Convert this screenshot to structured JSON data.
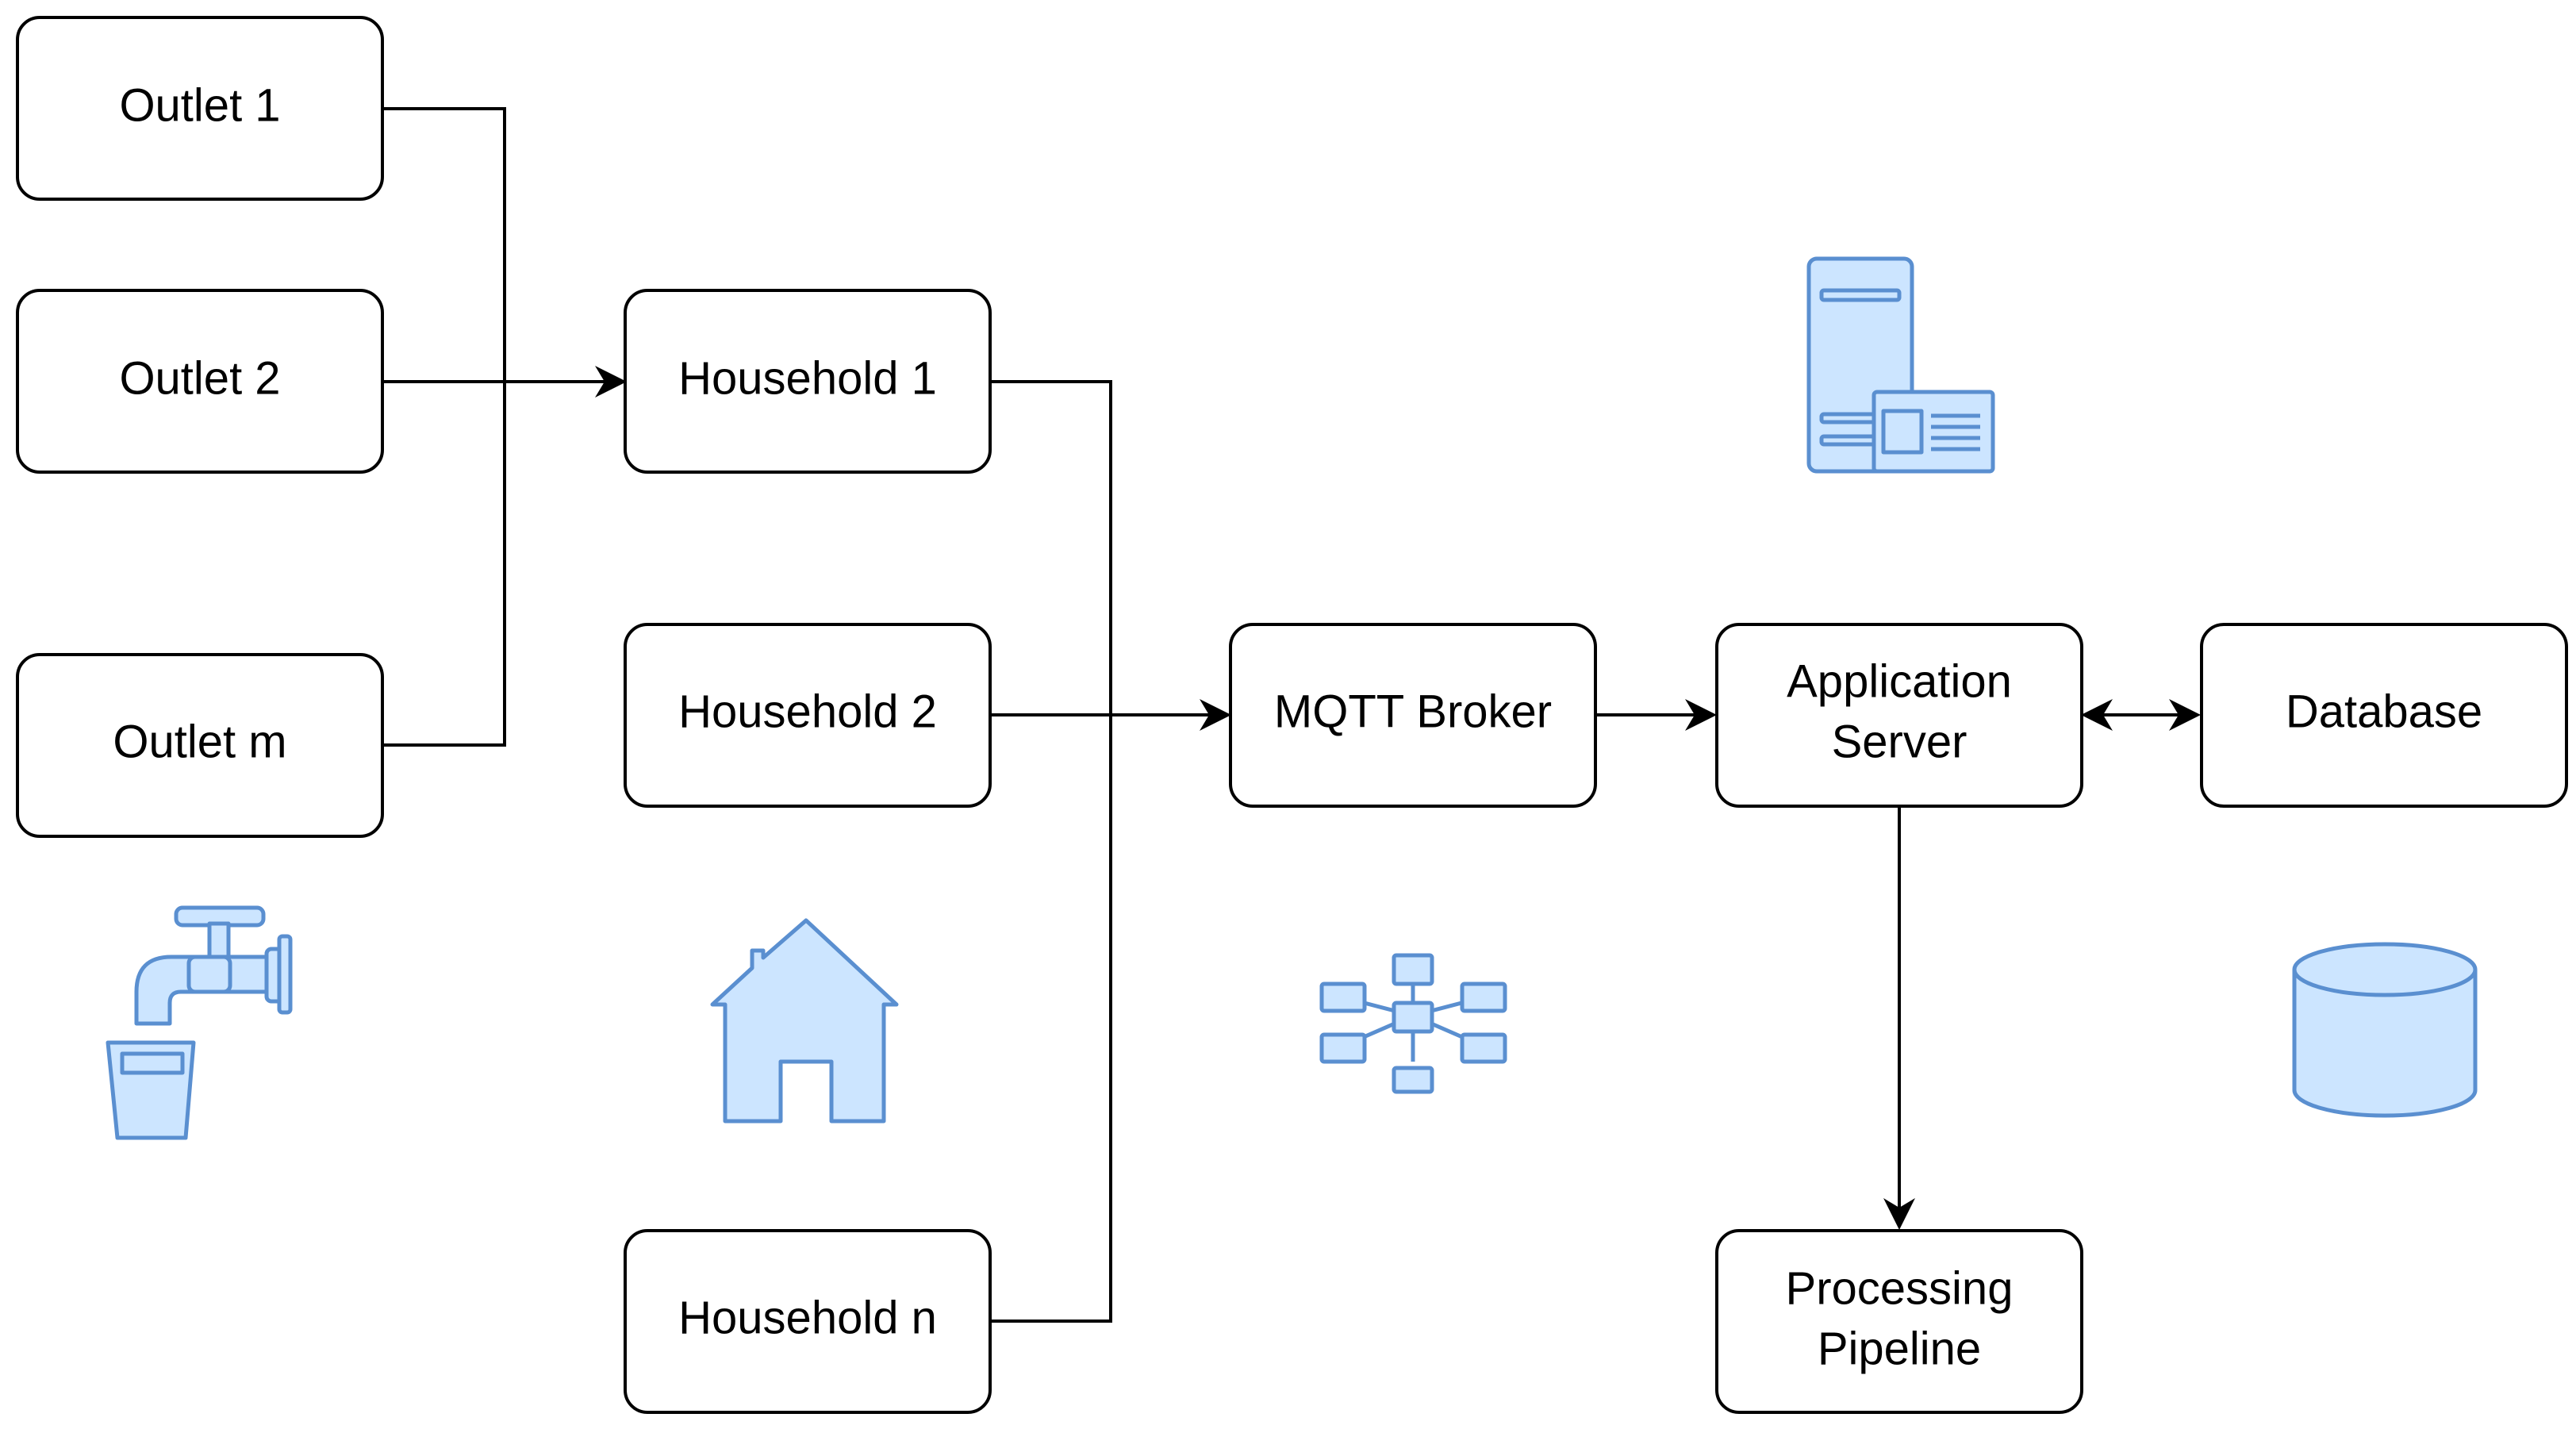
{
  "nodes": {
    "outlet_1": "Outlet 1",
    "outlet_2": "Outlet 2",
    "outlet_m": "Outlet m",
    "household_1": "Household 1",
    "household_2": "Household 2",
    "household_n": "Household n",
    "mqtt_broker": "MQTT Broker",
    "application_server": [
      "Application",
      "Server"
    ],
    "database": "Database",
    "processing_pipeline": [
      "Processing",
      "Pipeline"
    ]
  },
  "edges": [
    {
      "from": "outlet_1",
      "to": "household_1",
      "arrow": "end"
    },
    {
      "from": "outlet_2",
      "to": "household_1",
      "arrow": "end"
    },
    {
      "from": "outlet_m",
      "to": "household_1",
      "arrow": "end"
    },
    {
      "from": "household_1",
      "to": "mqtt_broker",
      "arrow": "end"
    },
    {
      "from": "household_2",
      "to": "mqtt_broker",
      "arrow": "end"
    },
    {
      "from": "household_n",
      "to": "mqtt_broker",
      "arrow": "end"
    },
    {
      "from": "mqtt_broker",
      "to": "application_server",
      "arrow": "end"
    },
    {
      "from": "application_server",
      "to": "database",
      "arrow": "both"
    },
    {
      "from": "application_server",
      "to": "processing_pipeline",
      "arrow": "end"
    }
  ],
  "icons": [
    "water-tap-icon",
    "house-icon",
    "network-icon",
    "server-icon",
    "database-cylinder-icon"
  ],
  "colors": {
    "icon_fill": "#cce5ff",
    "icon_stroke": "#5a8fd0",
    "box_stroke": "#000000",
    "background": "#ffffff"
  }
}
